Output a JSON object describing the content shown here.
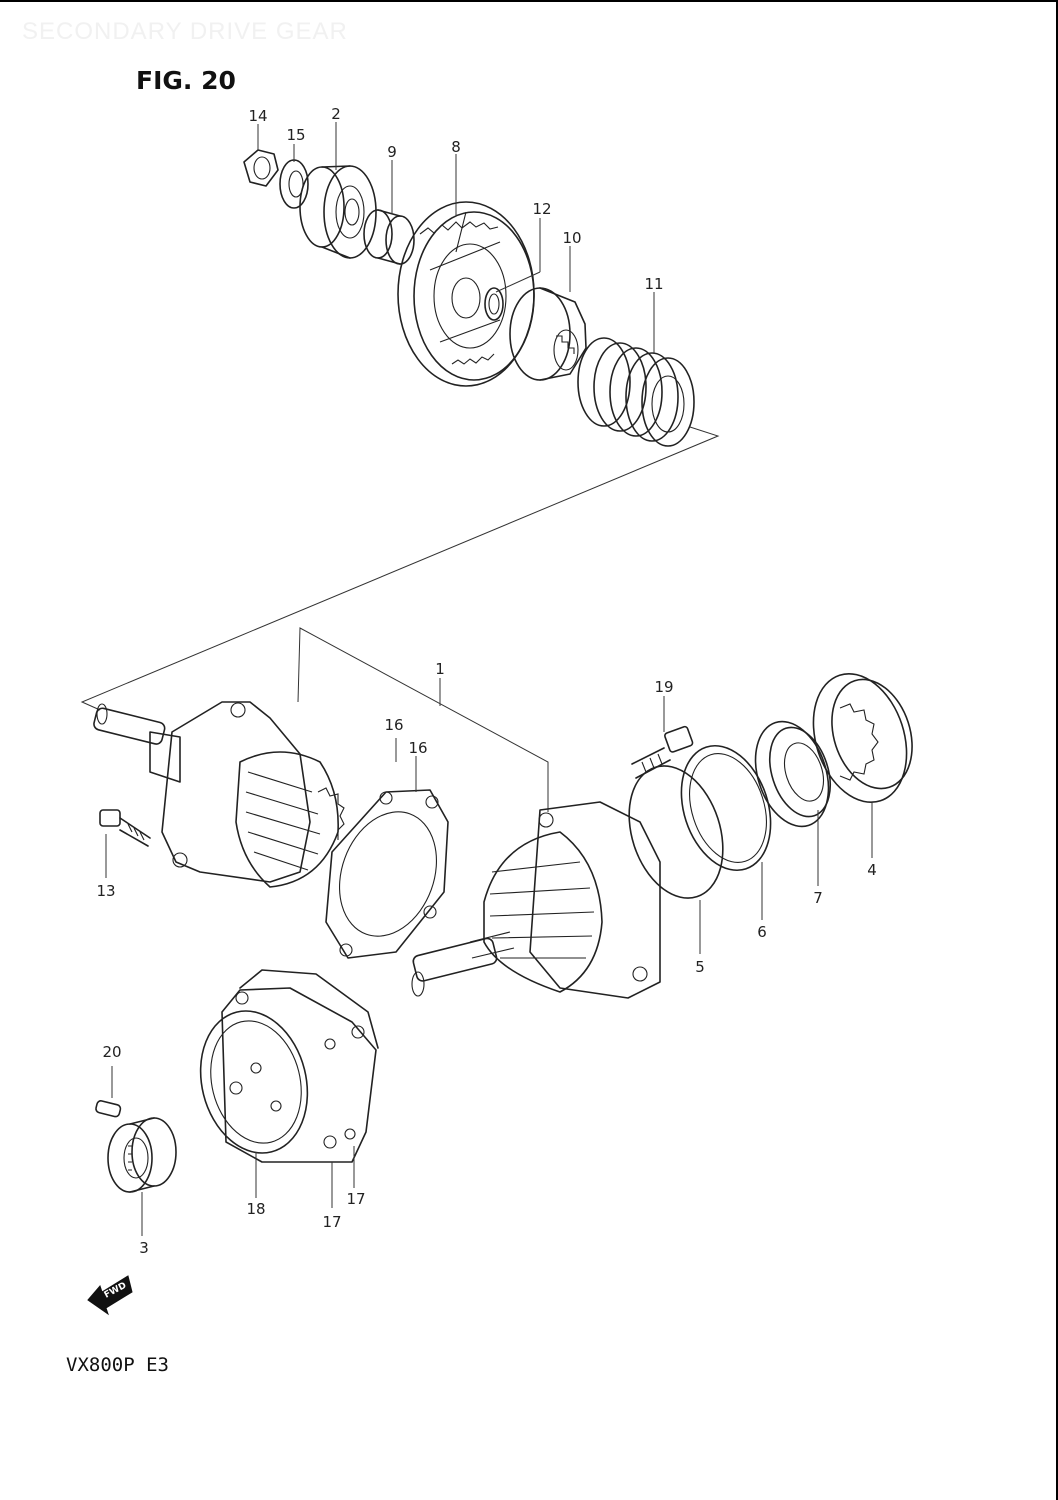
{
  "header": {
    "watermark": "SECONDARY DRIVE GEAR",
    "figure": "FIG. 20"
  },
  "footer": {
    "model": "VX800P  E3",
    "fwd": "FWD"
  },
  "callouts": [
    {
      "id": "c14",
      "text": "14"
    },
    {
      "id": "c15",
      "text": "15"
    },
    {
      "id": "c2",
      "text": "2"
    },
    {
      "id": "c9",
      "text": "9"
    },
    {
      "id": "c8",
      "text": "8"
    },
    {
      "id": "c12",
      "text": "12"
    },
    {
      "id": "c10",
      "text": "10"
    },
    {
      "id": "c11",
      "text": "11"
    },
    {
      "id": "c1",
      "text": "1"
    },
    {
      "id": "c19",
      "text": "19"
    },
    {
      "id": "c16a",
      "text": "16"
    },
    {
      "id": "c16b",
      "text": "16"
    },
    {
      "id": "c4",
      "text": "4"
    },
    {
      "id": "c7",
      "text": "7"
    },
    {
      "id": "c6",
      "text": "6"
    },
    {
      "id": "c5",
      "text": "5"
    },
    {
      "id": "c13",
      "text": "13"
    },
    {
      "id": "c20",
      "text": "20"
    },
    {
      "id": "c18",
      "text": "18"
    },
    {
      "id": "c17a",
      "text": "17"
    },
    {
      "id": "c17b",
      "text": "17"
    },
    {
      "id": "c3",
      "text": "3"
    }
  ]
}
